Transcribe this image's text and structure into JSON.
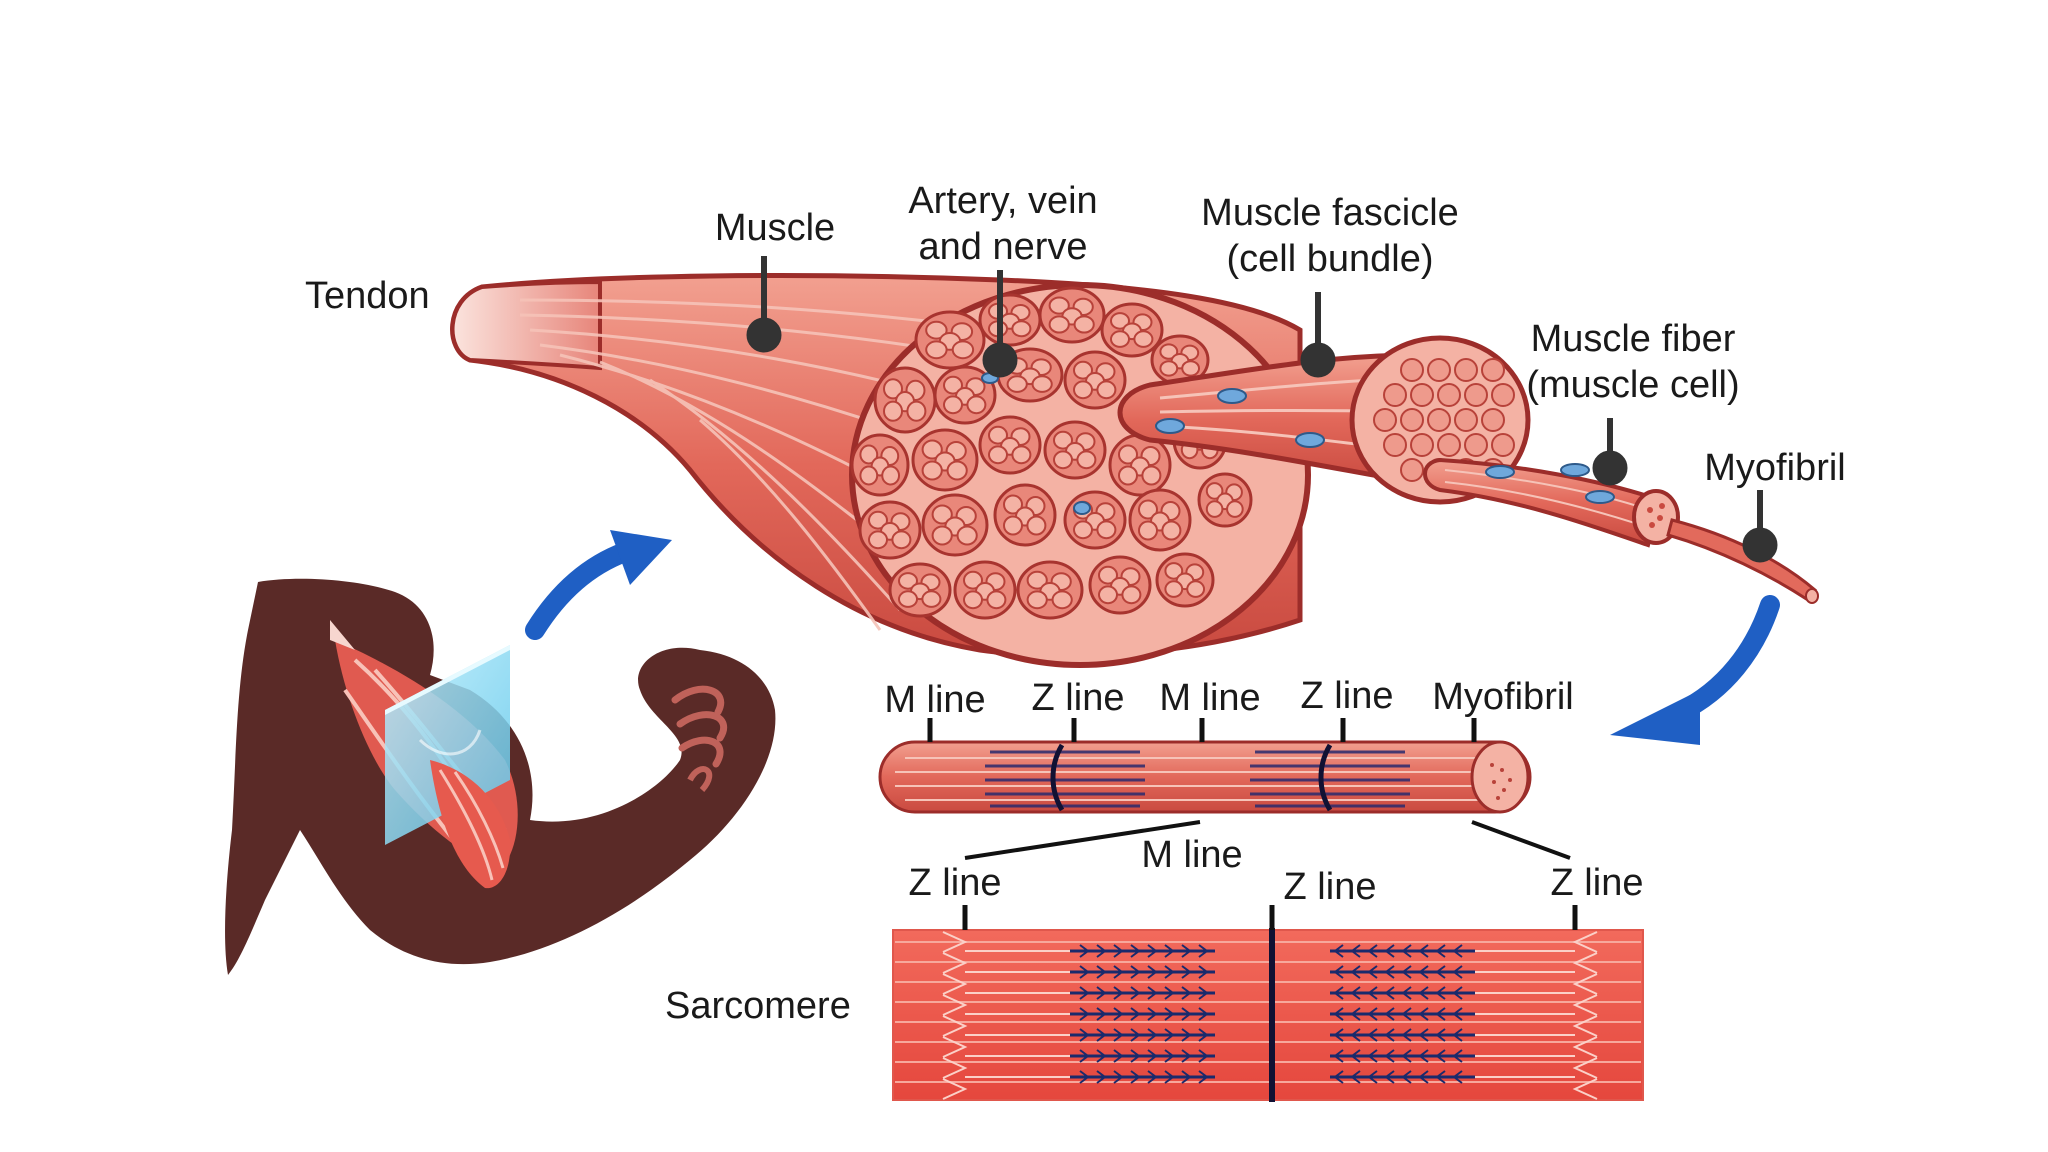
{
  "labels": {
    "tendon": "Tendon",
    "muscle": "Muscle",
    "artery_line1": "Artery, vein",
    "artery_line2": "and nerve",
    "fascicle_line1": "Muscle fascicle",
    "fascicle_line2": "(cell bundle)",
    "fiber_line1": "Muscle fiber",
    "fiber_line2": "(muscle cell)",
    "myofibril_top": "Myofibril",
    "mline_1": "M line",
    "zline_1": "Z line",
    "mline_2": "M line",
    "zline_2": "Z line",
    "myofibril_2": "Myofibril",
    "zline_left": "Z line",
    "mline_center": "M line",
    "zline_center": "Z line",
    "zline_right": "Z line",
    "sarcomere": "Sarcomere"
  },
  "colors": {
    "muscle": "#e06a5e",
    "muscle_dark": "#9c2d2a",
    "muscle_light": "#f4b2a4",
    "tendon": "#f7d6cf",
    "vessel": "#6fa8dc",
    "arrow": "#1f5fc4",
    "silhouette": "#5a2a27",
    "pin": "#333333",
    "glass": "#7fd3ef",
    "sarcomere_band": "#1a2a6c"
  },
  "icons": [
    "curved-arrow-up-icon",
    "curved-arrow-down-icon",
    "pointer-pin-icon"
  ]
}
